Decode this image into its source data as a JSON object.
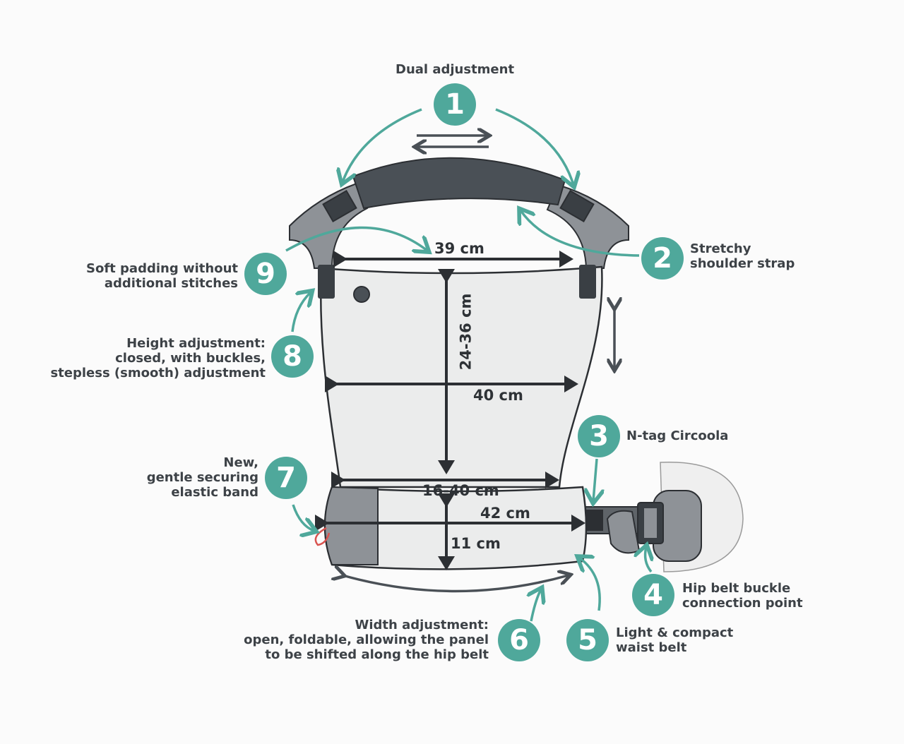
{
  "colors": {
    "teal": "#4fa89b",
    "outline": "#2c2f33",
    "panel": "#ebecec",
    "gray": "#8e9297",
    "dark": "#4a5056"
  },
  "callouts": [
    {
      "n": "1",
      "lines": [
        "Dual adjustment"
      ]
    },
    {
      "n": "2",
      "lines": [
        "Stretchy",
        "shoulder strap"
      ]
    },
    {
      "n": "3",
      "lines": [
        "N-tag Circoola"
      ]
    },
    {
      "n": "4",
      "lines": [
        "Hip belt buckle",
        "connection point"
      ]
    },
    {
      "n": "5",
      "lines": [
        "Light & compact",
        "waist belt"
      ]
    },
    {
      "n": "6",
      "lines": [
        "Width adjustment:",
        "open, foldable, allowing the panel",
        "to be shifted along the hip belt"
      ]
    },
    {
      "n": "7",
      "lines": [
        "New,",
        "gentle securing",
        "elastic band"
      ]
    },
    {
      "n": "8",
      "lines": [
        "Height adjustment:",
        "closed, with buckles,",
        "stepless (smooth) adjustment"
      ]
    },
    {
      "n": "9",
      "lines": [
        "Soft padding without",
        "additional stitches"
      ]
    }
  ],
  "dimensions": {
    "top_width": "39 cm",
    "height": "24-36 cm",
    "mid_width": "40 cm",
    "bottom_width": "16-40 cm",
    "belt_width": "42 cm",
    "belt_height": "11 cm"
  }
}
